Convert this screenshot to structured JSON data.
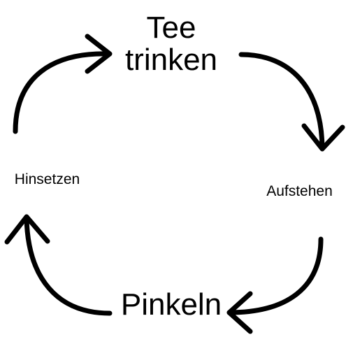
{
  "cycle": {
    "top_line1": "Tee",
    "top_line2": "trinken",
    "right": "Aufstehen",
    "bottom": "Pinkeln",
    "left": "Hinsetzen"
  },
  "colors": {
    "background": "#ffffff",
    "ink": "#000000"
  }
}
